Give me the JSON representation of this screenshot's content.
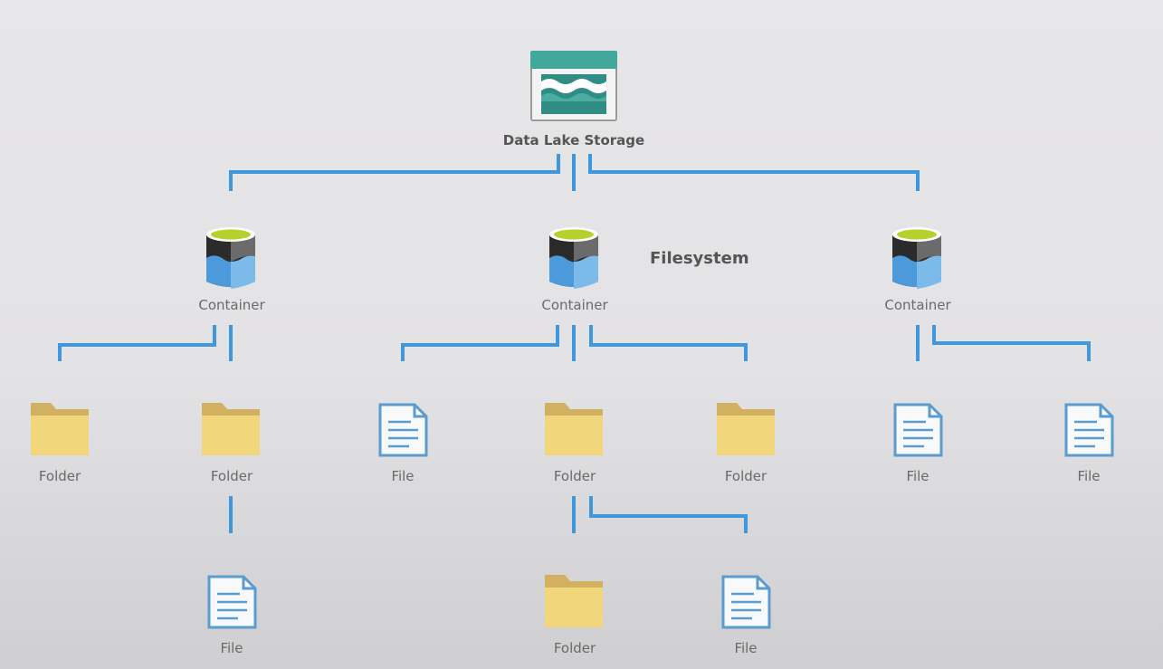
{
  "root": {
    "label": "Data Lake Storage",
    "icon": "data-lake-storage-icon"
  },
  "filesystem_label": "Filesystem",
  "containers": [
    {
      "label": "Container",
      "icon": "container-icon"
    },
    {
      "label": "Container",
      "icon": "container-icon"
    },
    {
      "label": "Container",
      "icon": "container-icon"
    }
  ],
  "level2": [
    {
      "type": "folder",
      "label": "Folder"
    },
    {
      "type": "folder",
      "label": "Folder"
    },
    {
      "type": "file",
      "label": "File"
    },
    {
      "type": "folder",
      "label": "Folder"
    },
    {
      "type": "folder",
      "label": "Folder"
    },
    {
      "type": "file",
      "label": "File"
    },
    {
      "type": "file",
      "label": "File"
    }
  ],
  "level3": [
    {
      "type": "file",
      "label": "File"
    },
    {
      "type": "folder",
      "label": "Folder"
    },
    {
      "type": "file",
      "label": "File"
    }
  ],
  "colors": {
    "connector": "#3f97de",
    "folder": "#f2d67c",
    "folder_back": "#d2b062",
    "file_outline": "#5a9bd0",
    "lake_header": "#43a89c",
    "lake_water": "#2f8d84"
  }
}
